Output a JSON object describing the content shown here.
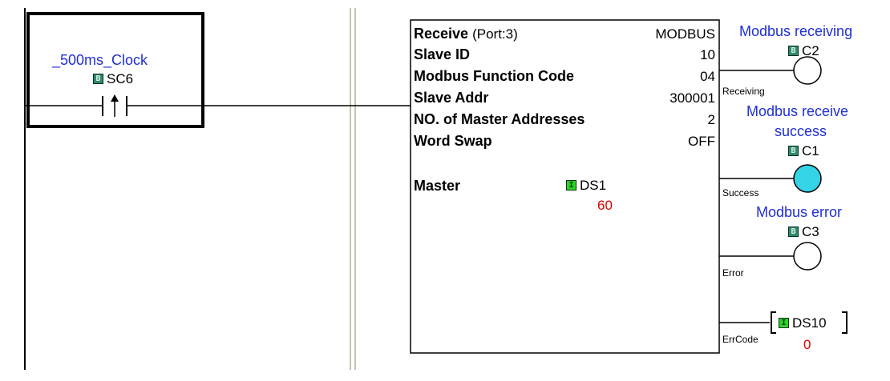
{
  "contact": {
    "nickname": "_500ms_Clock",
    "address": "SC6",
    "badge": "B"
  },
  "instruction": {
    "title": "Receive",
    "port": "(Port:3)",
    "protocol": "MODBUS",
    "rows": [
      {
        "label": "Slave ID",
        "value": "10"
      },
      {
        "label": "Modbus Function Code",
        "value": "04"
      },
      {
        "label": "Slave Addr",
        "value": "300001"
      },
      {
        "label": "NO. of Master Addresses",
        "value": "2"
      },
      {
        "label": "Word Swap",
        "value": "OFF"
      }
    ],
    "master_label": "Master",
    "master_address": "DS1",
    "master_badge": "I",
    "master_value": "60"
  },
  "outputs": {
    "receiving": {
      "nickname": "Modbus receiving",
      "address": "C2",
      "badge": "B",
      "pin": "Receiving"
    },
    "success": {
      "nickname_line1": "Modbus receive",
      "nickname_line2": "success",
      "address": "C1",
      "badge": "B",
      "pin": "Success"
    },
    "error": {
      "nickname": "Modbus error",
      "address": "C3",
      "badge": "B",
      "pin": "Error"
    },
    "errcode": {
      "address": "DS10",
      "badge": "I",
      "pin": "ErrCode",
      "value": "0"
    }
  },
  "colors": {
    "coil_on": "#34d3e6",
    "nickname_text": "#1f2fd6",
    "value_text": "#e00000"
  }
}
